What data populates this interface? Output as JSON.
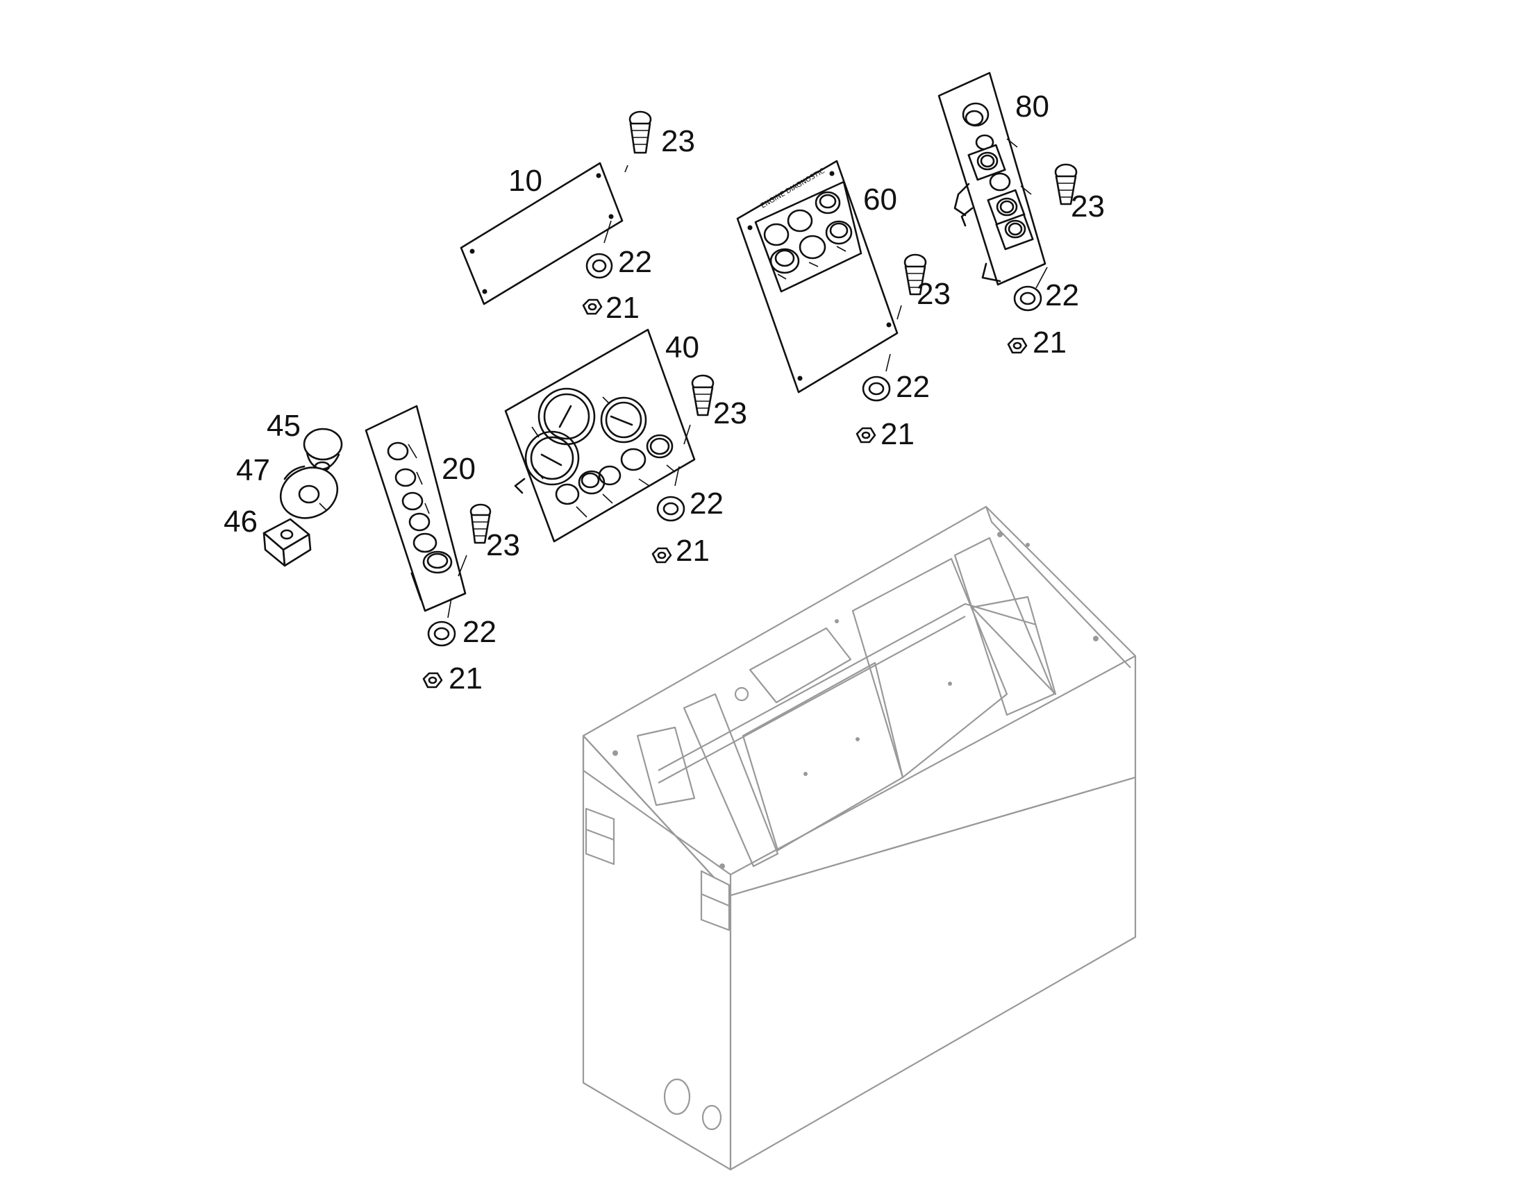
{
  "callouts": {
    "p10": "10",
    "p20": "20",
    "p21a": "21",
    "p21b": "21",
    "p21c": "21",
    "p21d": "21",
    "p21e": "21",
    "p22a": "22",
    "p22b": "22",
    "p22c": "22",
    "p22d": "22",
    "p22e": "22",
    "p23a": "23",
    "p23b": "23",
    "p23c": "23",
    "p23d": "23",
    "p23e": "23",
    "p40": "40",
    "p45": "45",
    "p46": "46",
    "p47": "47",
    "p60": "60",
    "p80": "80"
  },
  "panel_texts": {
    "engine_diagnostic": "ENGINE DIAGNOSTIC"
  },
  "colors": {
    "line": "#111111",
    "housing_line": "#999999",
    "background": "#ffffff"
  }
}
